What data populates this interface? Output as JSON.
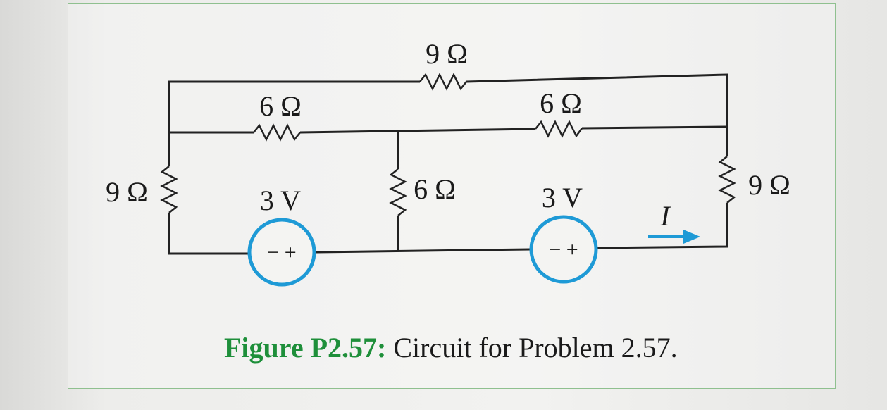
{
  "figure": {
    "caption_label": "Figure P2.57:",
    "caption_text": " Circuit for Problem 2.57."
  },
  "circuit": {
    "top_resistor": "9 Ω",
    "middle_left_resistor": "6 Ω",
    "middle_right_resistor": "6 Ω",
    "left_resistor": "9 Ω",
    "center_resistor": "6 Ω",
    "right_resistor": "9 Ω",
    "left_source_voltage": "3 V",
    "right_source_voltage": "3 V",
    "left_source_polarity": "− +",
    "right_source_polarity": "− +",
    "current_label": "I"
  },
  "colors": {
    "frame_border": "#8fc08f",
    "source_ring": "#1e9ad6",
    "caption_label": "#1e8f3a",
    "current_arrow": "#1e9ad6"
  }
}
